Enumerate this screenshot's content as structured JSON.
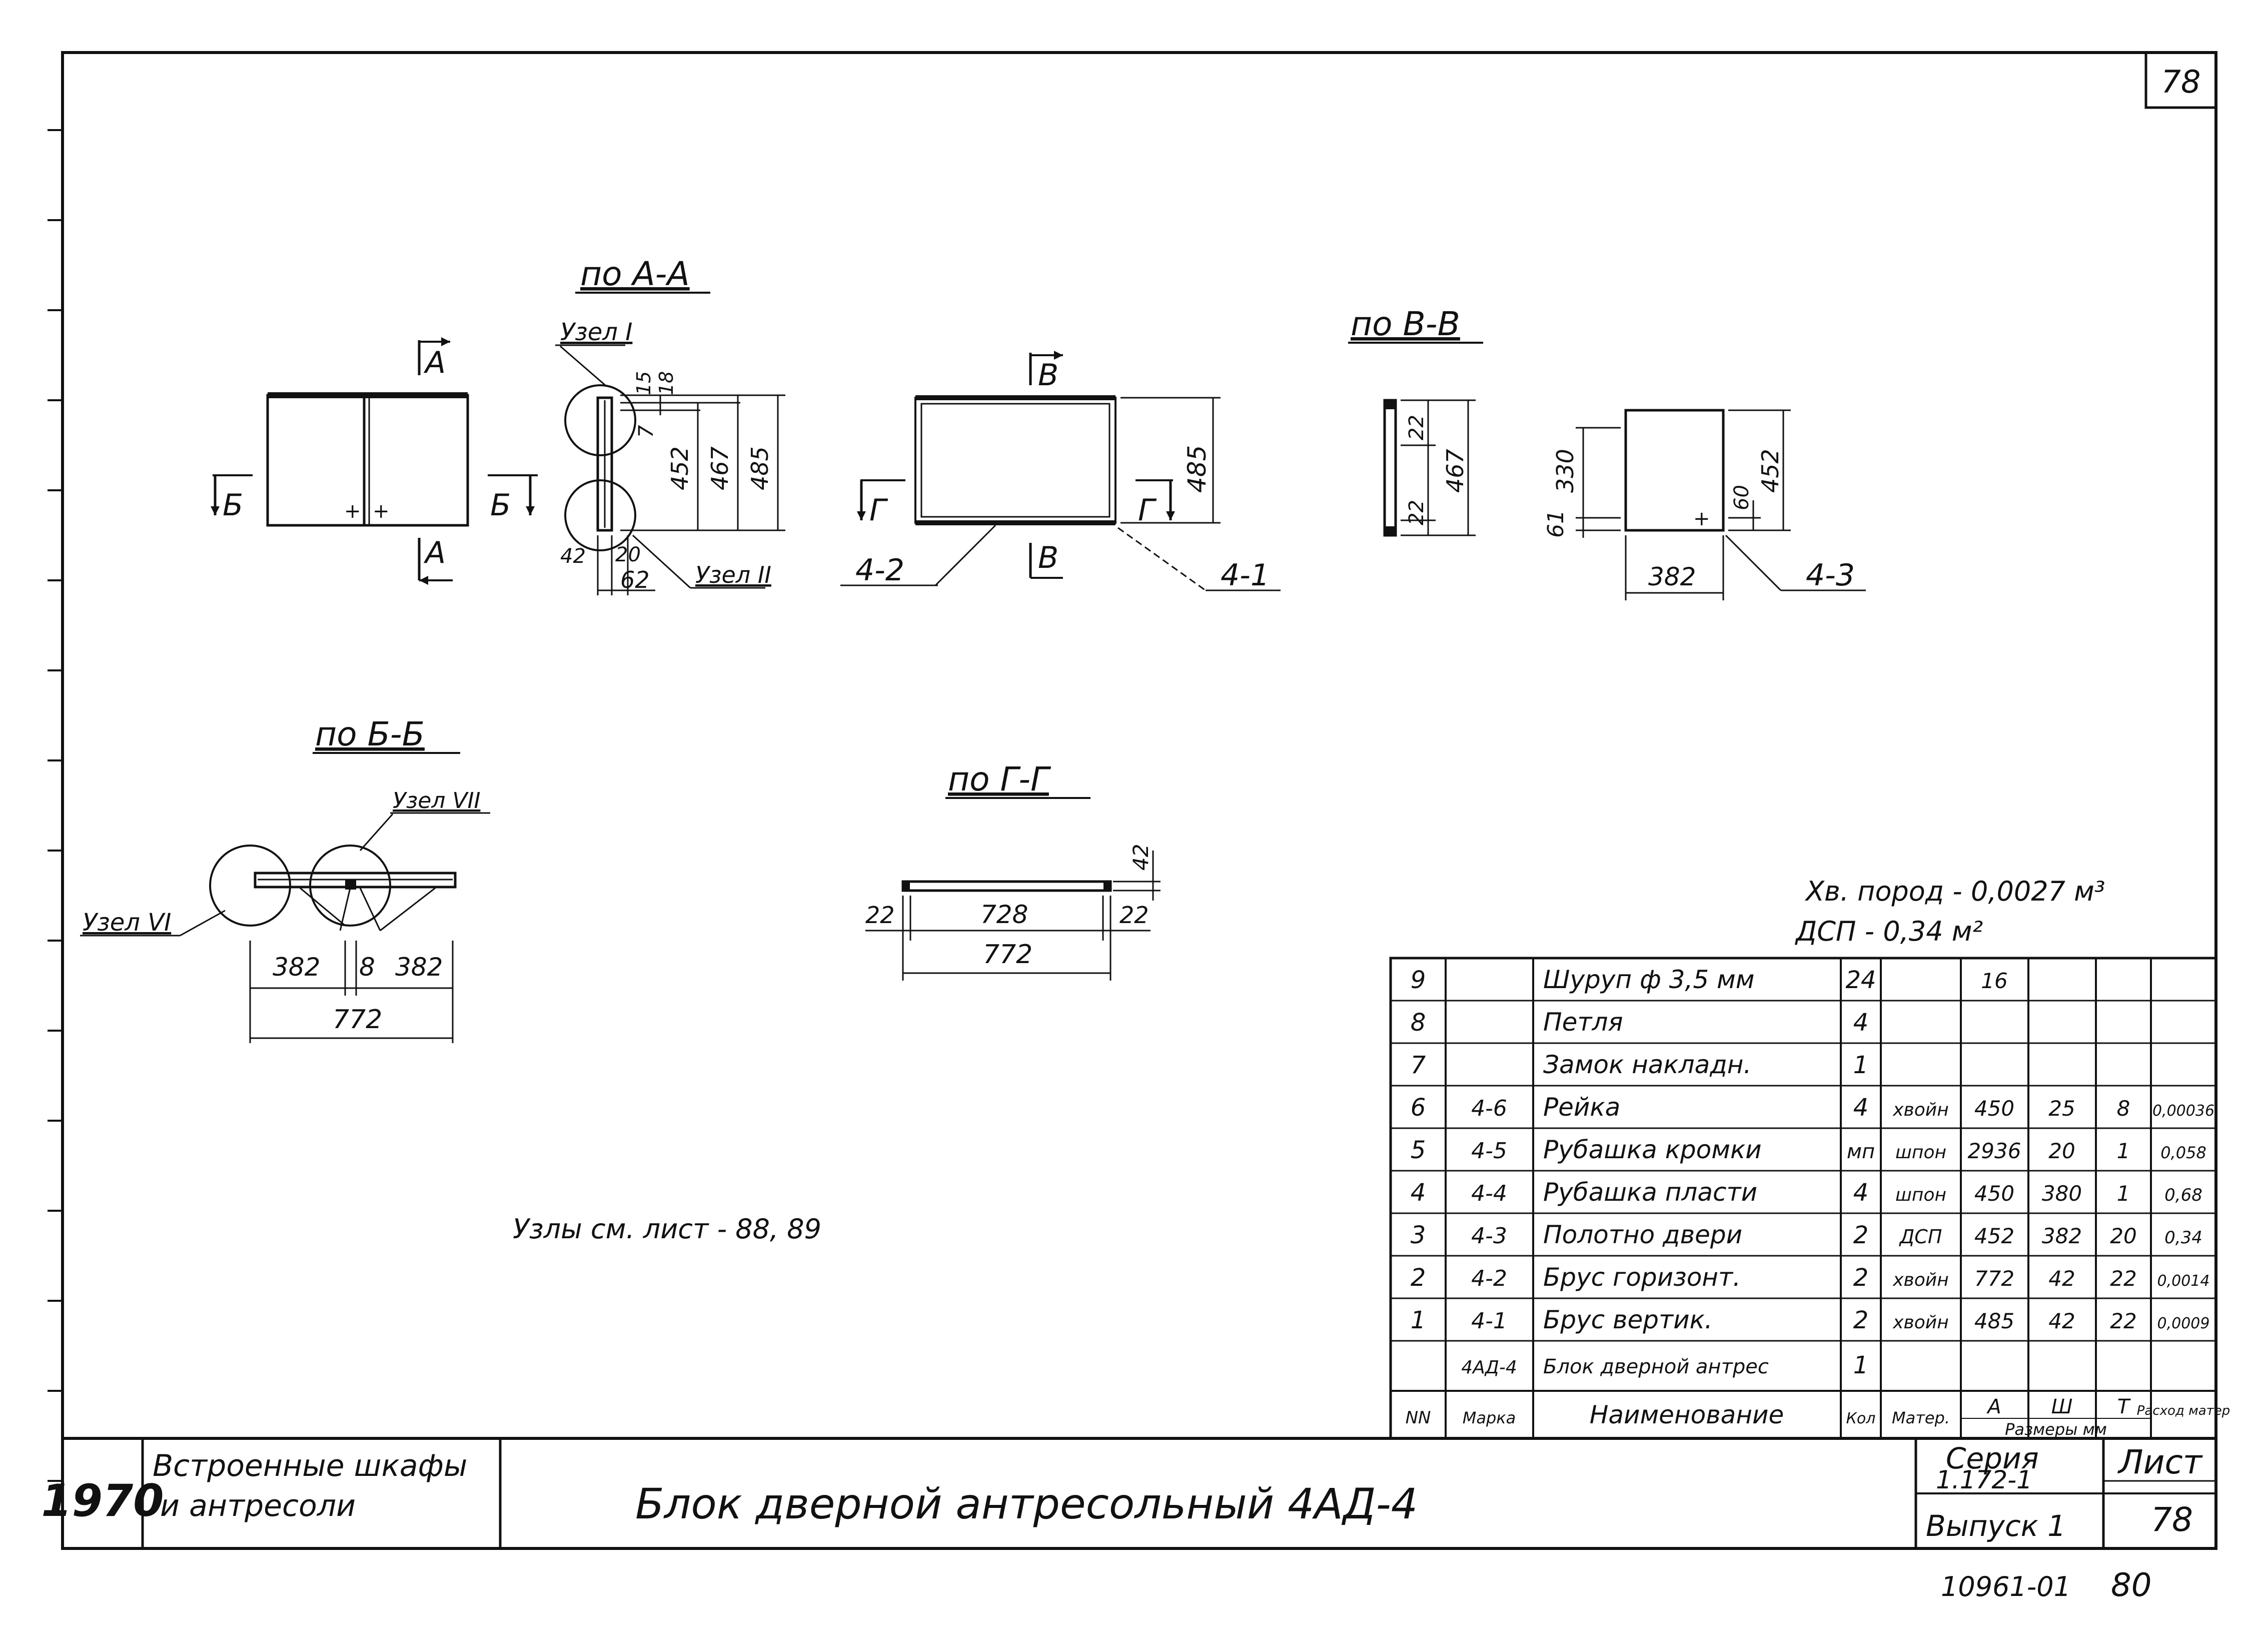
{
  "sheet": {
    "sheet_number_top": "78",
    "year": "1970",
    "project_title_line1": "Встроенные шкафы",
    "project_title_line2": "и антресоли",
    "drawing_title": "Блок дверной антресольный 4АД-4",
    "series_label": "Серия",
    "series_value": "1.172-1",
    "issue_label": "Выпуск 1",
    "sheet_label": "Лист",
    "sheet_value": "78",
    "doc_code": "10961-01",
    "page_code": "80"
  },
  "views": {
    "elevation": {
      "arrow_a_top": "А",
      "arrow_a_bottom": "А",
      "arrow_b_left": "Б",
      "arrow_b_right": "Б"
    },
    "section_aa": {
      "title": "по А-А",
      "node1": "Узел I",
      "node2": "Узел II",
      "dims": [
        "15",
        "18",
        "7",
        "452",
        "467",
        "485",
        "42",
        "20",
        "62"
      ]
    },
    "frame": {
      "arrow_v_top": "В",
      "arrow_v_bottom": "В",
      "arrow_g_left": "Г",
      "arrow_g_right": "Г",
      "dim_height": "485",
      "label_left": "4-2",
      "label_right": "4-1"
    },
    "section_vv": {
      "title": "по В-В",
      "dims": [
        "22",
        "467",
        "22"
      ]
    },
    "panel": {
      "dims": [
        "61",
        "330",
        "60",
        "452",
        "382"
      ],
      "label": "4-3"
    },
    "section_bb": {
      "title": "по Б-Б",
      "node6": "Узел VI",
      "node7": "Узел VII",
      "dims": [
        "382",
        "8",
        "382",
        "772"
      ]
    },
    "section_gg": {
      "title": "по Г-Г",
      "dims": [
        "42",
        "22",
        "728",
        "22",
        "772"
      ]
    },
    "note": "Узлы см. лист - 88, 89"
  },
  "materials_summary": {
    "line1": "Хв. пород - 0,0027 м³",
    "line2": "ДСП - 0,34 м²"
  },
  "spec_table": {
    "rows": [
      {
        "n": "9",
        "mark": "",
        "name": "Шуруп ф 3,5 мм",
        "qty": "24",
        "mat": "",
        "a": "16",
        "w": "",
        "t": "",
        "cons": ""
      },
      {
        "n": "8",
        "mark": "",
        "name": "Петля",
        "qty": "4",
        "mat": "",
        "a": "",
        "w": "",
        "t": "",
        "cons": ""
      },
      {
        "n": "7",
        "mark": "",
        "name": "Замок накладн.",
        "qty": "1",
        "mat": "",
        "a": "",
        "w": "",
        "t": "",
        "cons": ""
      },
      {
        "n": "6",
        "mark": "4-6",
        "name": "Рейка",
        "qty": "4",
        "mat": "хвойн",
        "a": "450",
        "w": "25",
        "t": "8",
        "cons": "0,00036"
      },
      {
        "n": "5",
        "mark": "4-5",
        "name": "Рубашка кромки",
        "qty": "мп",
        "mat": "шпон",
        "a": "2936",
        "w": "20",
        "t": "1",
        "cons": "0,058"
      },
      {
        "n": "4",
        "mark": "4-4",
        "name": "Рубашка пласти",
        "qty": "4",
        "mat": "шпон",
        "a": "450",
        "w": "380",
        "t": "1",
        "cons": "0,68"
      },
      {
        "n": "3",
        "mark": "4-3",
        "name": "Полотно двери",
        "qty": "2",
        "mat": "ДСП",
        "a": "452",
        "w": "382",
        "t": "20",
        "cons": "0,34"
      },
      {
        "n": "2",
        "mark": "4-2",
        "name": "Брус горизонт.",
        "qty": "2",
        "mat": "хвойн",
        "a": "772",
        "w": "42",
        "t": "22",
        "cons": "0,0014"
      },
      {
        "n": "1",
        "mark": "4-1",
        "name": "Брус вертик.",
        "qty": "2",
        "mat": "хвойн",
        "a": "485",
        "w": "42",
        "t": "22",
        "cons": "0,0009"
      },
      {
        "n": "",
        "mark": "4АД-4",
        "name": "Блок дверной антрес",
        "qty": "1",
        "mat": "",
        "a": "",
        "w": "",
        "t": "",
        "cons": ""
      }
    ],
    "header": {
      "n": "NN",
      "mark": "Марка",
      "name": "Наименование",
      "qty": "Кол",
      "mat": "Матер.",
      "a": "А",
      "w": "Ш",
      "t": "Т",
      "dims_group": "Размеры мм",
      "cons": "Расход матер"
    }
  },
  "colors": {
    "ink": "#111111",
    "paper": "#ffffff"
  }
}
